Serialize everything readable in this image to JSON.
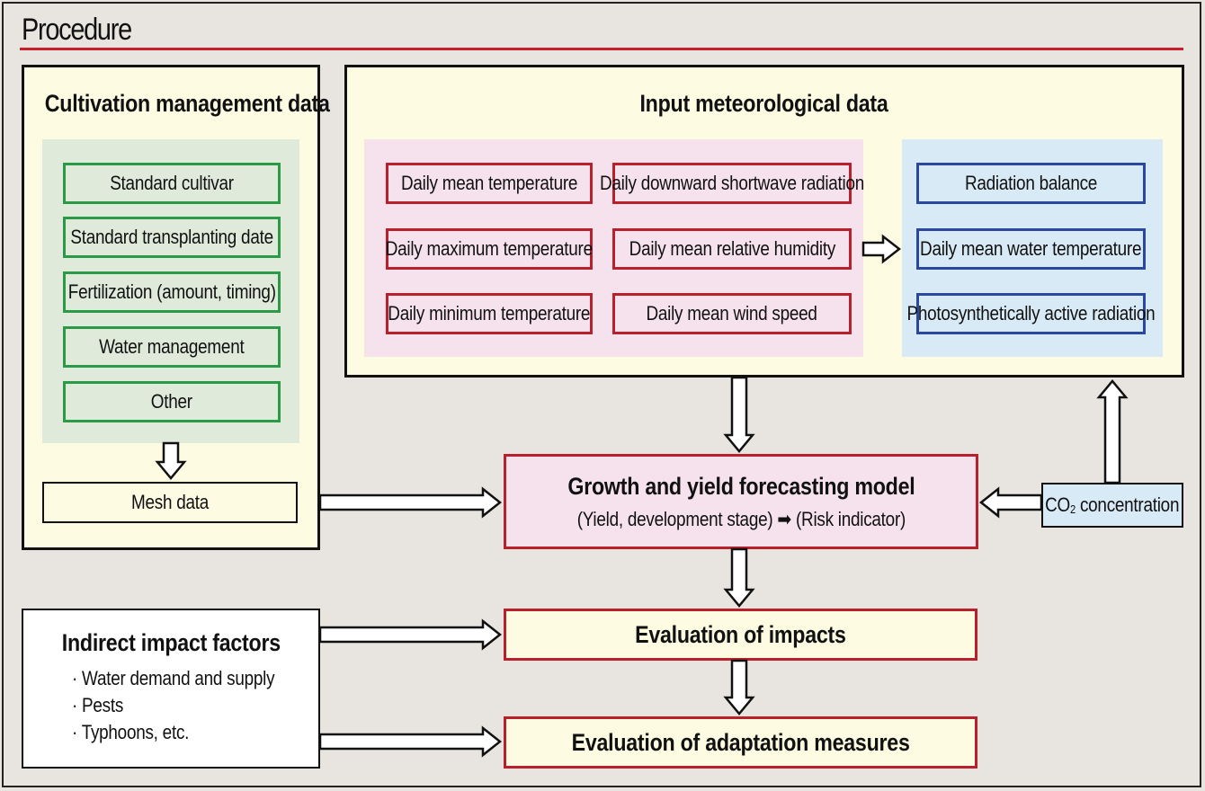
{
  "title": "Procedure",
  "cultivation": {
    "heading": "Cultivation management data",
    "items": [
      "Standard cultivar",
      "Standard transplanting date",
      "Fertilization (amount, timing)",
      "Water management",
      "Other"
    ],
    "mesh": "Mesh data"
  },
  "meteorological": {
    "heading": "Input meteorological data",
    "left_column": [
      "Daily mean temperature",
      "Daily maximum temperature",
      "Daily minimum temperature"
    ],
    "middle_column": [
      "Daily downward shortwave radiation",
      "Daily mean relative humidity",
      "Daily mean wind speed"
    ],
    "derived": [
      "Radiation balance",
      "Daily mean water temperature",
      "Photosynthetically active radiation"
    ]
  },
  "model": {
    "title": "Growth and yield forecasting model",
    "left": "(Yield, development stage)",
    "right": "(Risk indicator)"
  },
  "co2": {
    "prefix": "CO",
    "subscript": "2",
    "suffix": " concentration"
  },
  "indirect": {
    "heading": "Indirect impact factors",
    "items": [
      "· Water demand and supply",
      "· Pests",
      "· Typhoons, etc."
    ]
  },
  "evaluation_impacts": "Evaluation of impacts",
  "evaluation_adaptation": "Evaluation of adaptation measures",
  "colors": {
    "red": "#b8212b",
    "green": "#2b9a46",
    "blue": "#2948a0",
    "cream": "#fdfbe2",
    "pink": "#f6e2ec",
    "lightblue": "#d9eaf7",
    "lightgreen": "#e0eadb"
  }
}
